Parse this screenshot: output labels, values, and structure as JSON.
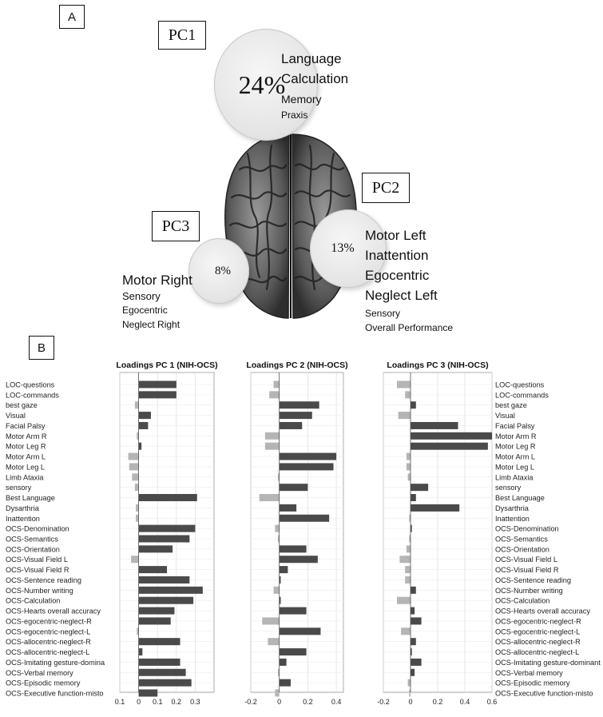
{
  "panelA": {
    "letter": "A",
    "pc1": {
      "label": "PC1",
      "percent": "24%",
      "features": [
        "Language",
        "Calculation",
        "Memory",
        "Praxis"
      ]
    },
    "pc2": {
      "label": "PC2",
      "percent": "13%",
      "features": [
        "Motor Left",
        "Inattention",
        "Egocentric",
        "Neglect Left",
        "Sensory",
        "Overall Performance"
      ]
    },
    "pc3": {
      "label": "PC3",
      "percent": "8%",
      "features": [
        "Motor Right",
        "Sensory",
        "Egocentric",
        "Neglect Right"
      ]
    }
  },
  "panelB": {
    "letter": "B"
  },
  "colors": {
    "positive": "#4a4a4a",
    "negative": "#b5b5b5"
  },
  "chart_data": [
    {
      "type": "bar",
      "orientation": "horizontal",
      "title": "Loadings PC 1 (NIH-OCS)",
      "xlim": [
        -0.1,
        0.4
      ],
      "xticks": [
        -0.1,
        0,
        0.1,
        0.2,
        0.3
      ],
      "xtick_labels": [
        "0.1",
        "0",
        "0.1",
        "0.2",
        "0.3"
      ],
      "categories": [
        "LOC-questions",
        "LOC-commands",
        "best gaze",
        "Visual",
        "Facial Palsy",
        "Motor Arm R",
        "Motor Leg R",
        "Motor Arm L",
        "Motor Leg L",
        "Limb Ataxia",
        "sensory",
        "Best Language",
        "Dysarthria",
        "Inattention",
        "OCS-Denomination",
        "OCS-Semantics",
        "OCS-Orientation",
        "OCS-Visual Field L",
        "OCS-Visual Field R",
        "OCS-Sentence reading",
        "OCS-Number writing",
        "OCS-Calculation",
        "OCS-Hearts overall accuracy",
        "OCS-egocentric-neglect-R",
        "OCS-egocentric-neglect-L",
        "OCS-allocentric-neglect-R",
        "OCS-allocentric-neglect-L",
        "OCS-Imitating gesture-domina",
        "OCS-Verbal memory",
        "OCS-Episodic memory",
        "OCS-Executive function-misto"
      ],
      "values": [
        0.2,
        0.2,
        -0.02,
        0.065,
        0.05,
        -0.01,
        0.015,
        -0.055,
        -0.05,
        -0.035,
        -0.02,
        0.31,
        -0.015,
        -0.015,
        0.3,
        0.27,
        0.18,
        -0.04,
        0.15,
        0.27,
        0.34,
        0.29,
        0.19,
        0.17,
        -0.01,
        0.22,
        0.02,
        0.22,
        0.25,
        0.28,
        0.1
      ]
    },
    {
      "type": "bar",
      "orientation": "horizontal",
      "title": "Loadings PC 2 (NIH-OCS)",
      "xlim": [
        -0.2,
        0.45
      ],
      "xticks": [
        -0.2,
        0,
        0.2,
        0.4
      ],
      "xtick_labels": [
        "-0.2",
        "0",
        "0.2",
        "0.4"
      ],
      "values": [
        -0.04,
        -0.07,
        0.28,
        0.23,
        0.16,
        -0.1,
        -0.1,
        0.4,
        0.38,
        -0.01,
        0.2,
        -0.14,
        0.12,
        0.35,
        -0.03,
        -0.01,
        0.19,
        0.27,
        0.06,
        0.01,
        -0.04,
        0.01,
        0.19,
        -0.12,
        0.29,
        -0.08,
        0.19,
        0.05,
        -0.01,
        0.08,
        -0.03
      ]
    },
    {
      "type": "bar",
      "orientation": "horizontal",
      "title": "Loadings PC 3 (NIH-OCS)",
      "xlim": [
        -0.2,
        0.6
      ],
      "xticks": [
        -0.2,
        0,
        0.2,
        0.4,
        0.6
      ],
      "xtick_labels": [
        "-0.2",
        "0",
        "0.2",
        "0.4",
        "0.6"
      ],
      "categories": [
        "LOC-questions",
        "LOC-commands",
        "best gaze",
        "Visual",
        "Facial Palsy",
        "Motor Arm R",
        "Motor Leg R",
        "Motor Arm L",
        "Motor Leg L",
        "Limb Ataxia",
        "sensory",
        "Best Language",
        "Dysarthria",
        "Inattention",
        "OCS-Denomination",
        "OCS-Semantics",
        "OCS-Orientation",
        "OCS-Visual Field L",
        "OCS-Visual Field R",
        "OCS-Sentence reading",
        "OCS-Number writing",
        "OCS-Calculation",
        "OCS-Hearts overall accuracy",
        "OCS-egocentric-neglect-R",
        "OCS-egocentric-neglect-L",
        "OCS-allocentric-neglect-R",
        "OCS-allocentric-neglect-L",
        "OCS-Imitating gesture-dominant",
        "OCS-Verbal memory",
        "OCS-Episodic memory",
        "OCS-Executive function-misto"
      ],
      "values": [
        -0.1,
        -0.04,
        0.04,
        -0.09,
        0.35,
        0.6,
        0.57,
        -0.03,
        -0.03,
        -0.02,
        0.13,
        0.04,
        0.36,
        -0.01,
        0.01,
        -0.01,
        -0.03,
        -0.08,
        -0.04,
        -0.04,
        0.04,
        -0.1,
        0.03,
        0.08,
        -0.07,
        0.04,
        0.01,
        0.08,
        0.03,
        -0.02,
        -0.01
      ]
    }
  ]
}
